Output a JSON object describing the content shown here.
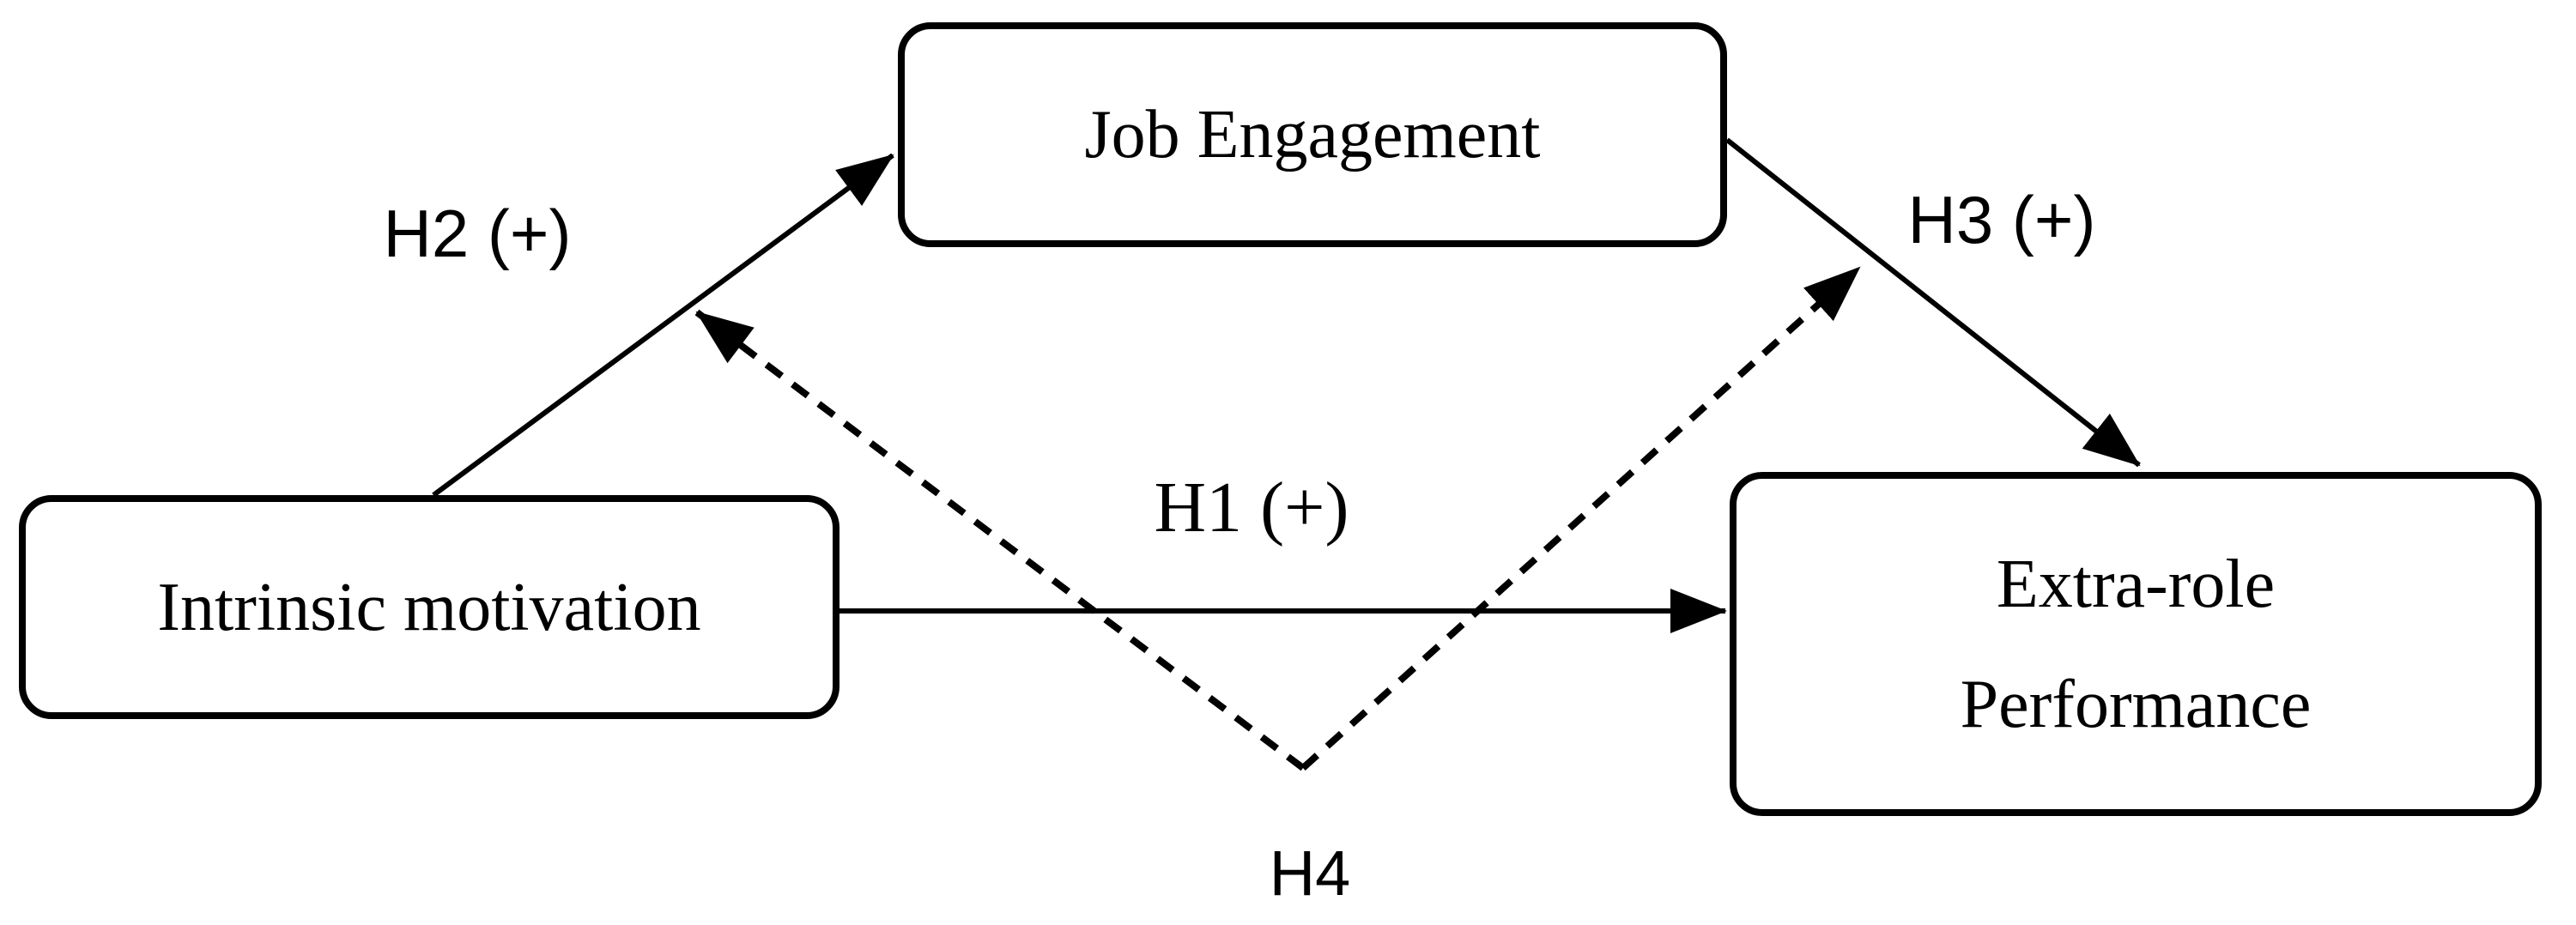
{
  "figure": {
    "type": "hypothesized-research-model",
    "background_color": "#ffffff",
    "stroke_color": "#000000",
    "nodes": [
      {
        "id": "intrinsic-motivation",
        "lines": [
          "Intrinsic motivation"
        ]
      },
      {
        "id": "job-engagement",
        "lines": [
          "Job Engagement"
        ]
      },
      {
        "id": "extra-role-performance",
        "lines": [
          "Extra-role",
          "Performance"
        ]
      }
    ],
    "edges": [
      {
        "id": "h1",
        "label": "H1 (+)",
        "style": "solid",
        "from": "intrinsic-motivation",
        "to": "extra-role-performance"
      },
      {
        "id": "h2",
        "label": "H2 (+)",
        "style": "solid",
        "from": "intrinsic-motivation",
        "to": "job-engagement"
      },
      {
        "id": "h3",
        "label": "H3 (+)",
        "style": "solid",
        "from": "job-engagement",
        "to": "extra-role-performance"
      },
      {
        "id": "h4",
        "label": "H4",
        "style": "dashed",
        "from": "moderator-vertex",
        "to": "h2-path and h3-path"
      }
    ]
  }
}
